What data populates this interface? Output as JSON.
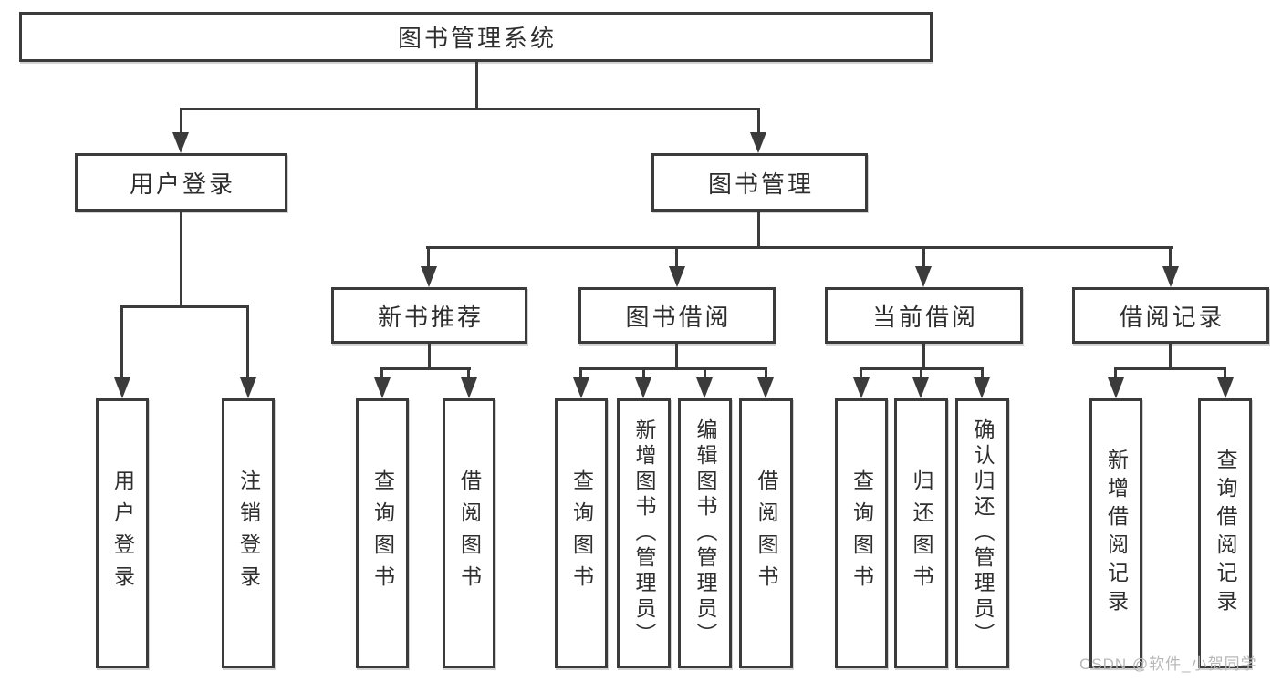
{
  "diagram": {
    "root": {
      "label": "图书管理系统"
    },
    "level2": [
      {
        "label": "用户登录"
      },
      {
        "label": "图书管理"
      }
    ],
    "level3": [
      {
        "label": "新书推荐"
      },
      {
        "label": "图书借阅"
      },
      {
        "label": "当前借阅"
      },
      {
        "label": "借阅记录"
      }
    ],
    "leaves": [
      {
        "label": "用户登录"
      },
      {
        "label": "注销登录"
      },
      {
        "label": "查询图书"
      },
      {
        "label": "借阅图书"
      },
      {
        "label": "查询图书"
      },
      {
        "label": "新增图书（管理员）"
      },
      {
        "label": "编辑图书（管理员）"
      },
      {
        "label": "借阅图书"
      },
      {
        "label": "查询图书"
      },
      {
        "label": "归还图书"
      },
      {
        "label": "确认归还（管理员）"
      },
      {
        "label": "新增借阅记录"
      },
      {
        "label": "查询借阅记录"
      }
    ]
  },
  "watermark": {
    "text": "CSDN @软件_小贺同学"
  },
  "colors": {
    "line": "#3b3b3b",
    "text": "#2e2e2e",
    "watermark": "#b8b8b8",
    "background": "#ffffff"
  }
}
